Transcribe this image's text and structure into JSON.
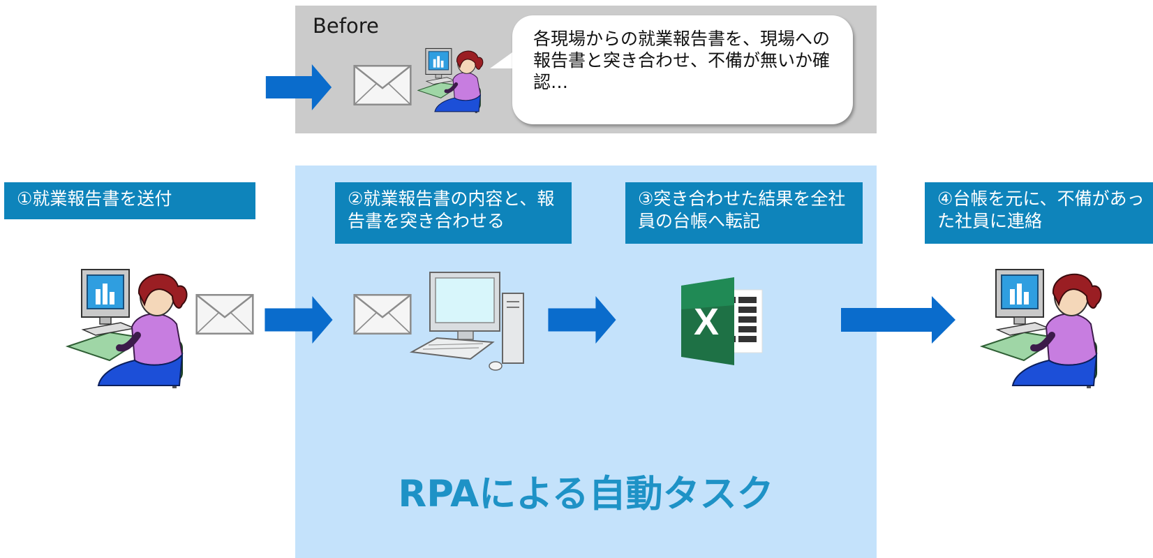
{
  "before": {
    "label": "Before",
    "bubble_text": "各現場からの就業報告書を、現場への報告書と突き合わせ、不備が無いか確認…"
  },
  "steps": [
    {
      "text": "①就業報告書を送付"
    },
    {
      "text": "②就業報告書の内容と、報告書を突き合わせる"
    },
    {
      "text": "③突き合わせた結果を全社員の台帳へ転記"
    },
    {
      "text": "④台帳を元に、不備があった社員に連絡"
    }
  ],
  "rpa": {
    "title": "RPAによる自動タスク"
  },
  "icons": {
    "person": "person-at-computer-icon",
    "envelope": "envelope-icon",
    "computer": "desktop-computer-icon",
    "excel": "excel-icon",
    "arrow": "right-arrow-icon"
  },
  "colors": {
    "step_box": "#0e84bb",
    "rpa_panel": "#c4e2fb",
    "rpa_title": "#1e92c6",
    "before_panel": "#cbcbcb",
    "arrow": "#0a6ccc",
    "excel_green": "#1e7145"
  }
}
